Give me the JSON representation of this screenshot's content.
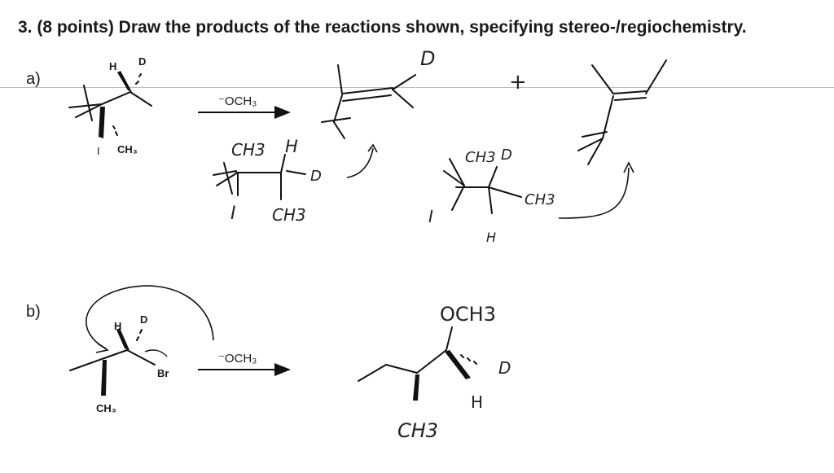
{
  "question": {
    "title": "3. (8 points) Draw the products of the reactions shown, specifying stereo-/regiochemistry."
  },
  "part_a": {
    "label": "a)",
    "reactant_atoms": {
      "h": "H",
      "d": "D",
      "i": "I",
      "ch3": "CH₃"
    },
    "reagent": "⁻OCH₃",
    "handwriting": {
      "d_top": "D",
      "plus": "+",
      "ch3_left": "CH3",
      "h_left": "H",
      "d_left": "D",
      "i_left": "I",
      "ch3_bottom_left": "CH3",
      "ch3_right": "CH3",
      "d_right": "D",
      "ch3_right2": "CH3",
      "i_right": "I",
      "h_right": "H"
    }
  },
  "part_b": {
    "label": "b)",
    "reactant_atoms": {
      "h": "H",
      "d": "D",
      "br": "Br",
      "ch3": "CH₃"
    },
    "reagent": "⁻OCH₃",
    "handwriting": {
      "och3": "OCH3",
      "d": "D",
      "h": "H",
      "ch3": "CH3"
    }
  }
}
